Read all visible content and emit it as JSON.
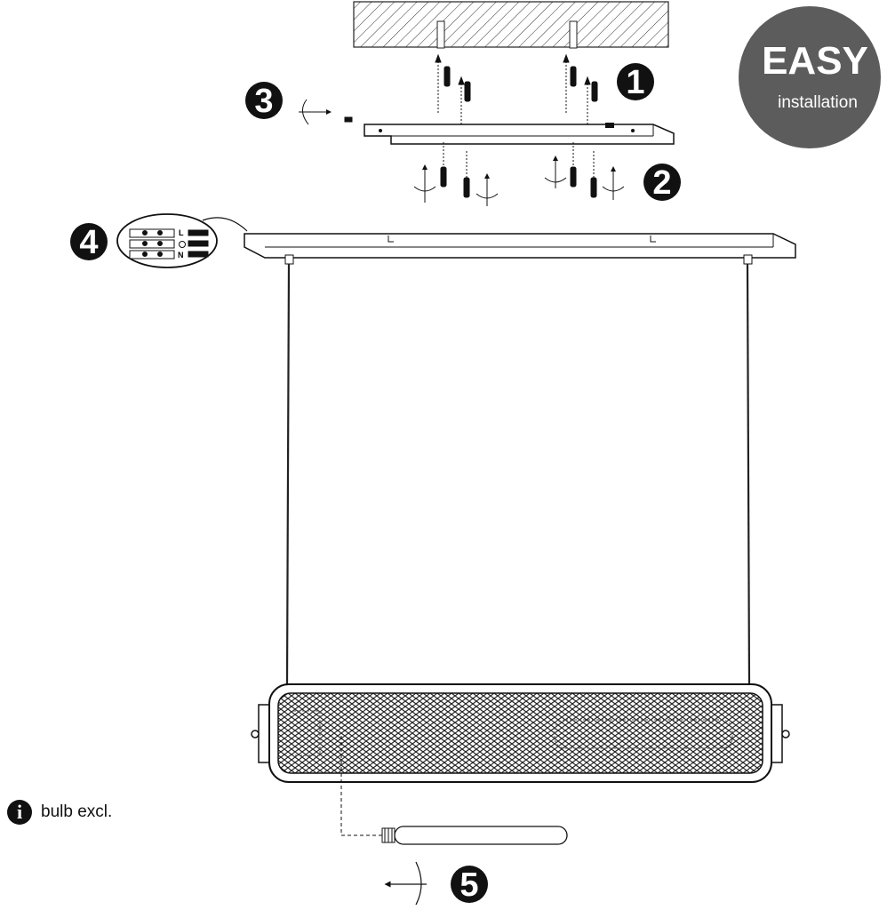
{
  "badge": {
    "title": "EASY",
    "subtitle": "installation"
  },
  "steps": [
    "1",
    "2",
    "3",
    "4",
    "5"
  ],
  "wiring_labels": [
    "L",
    "N"
  ],
  "note": {
    "icon": "info-icon",
    "text": "bulb excl."
  }
}
